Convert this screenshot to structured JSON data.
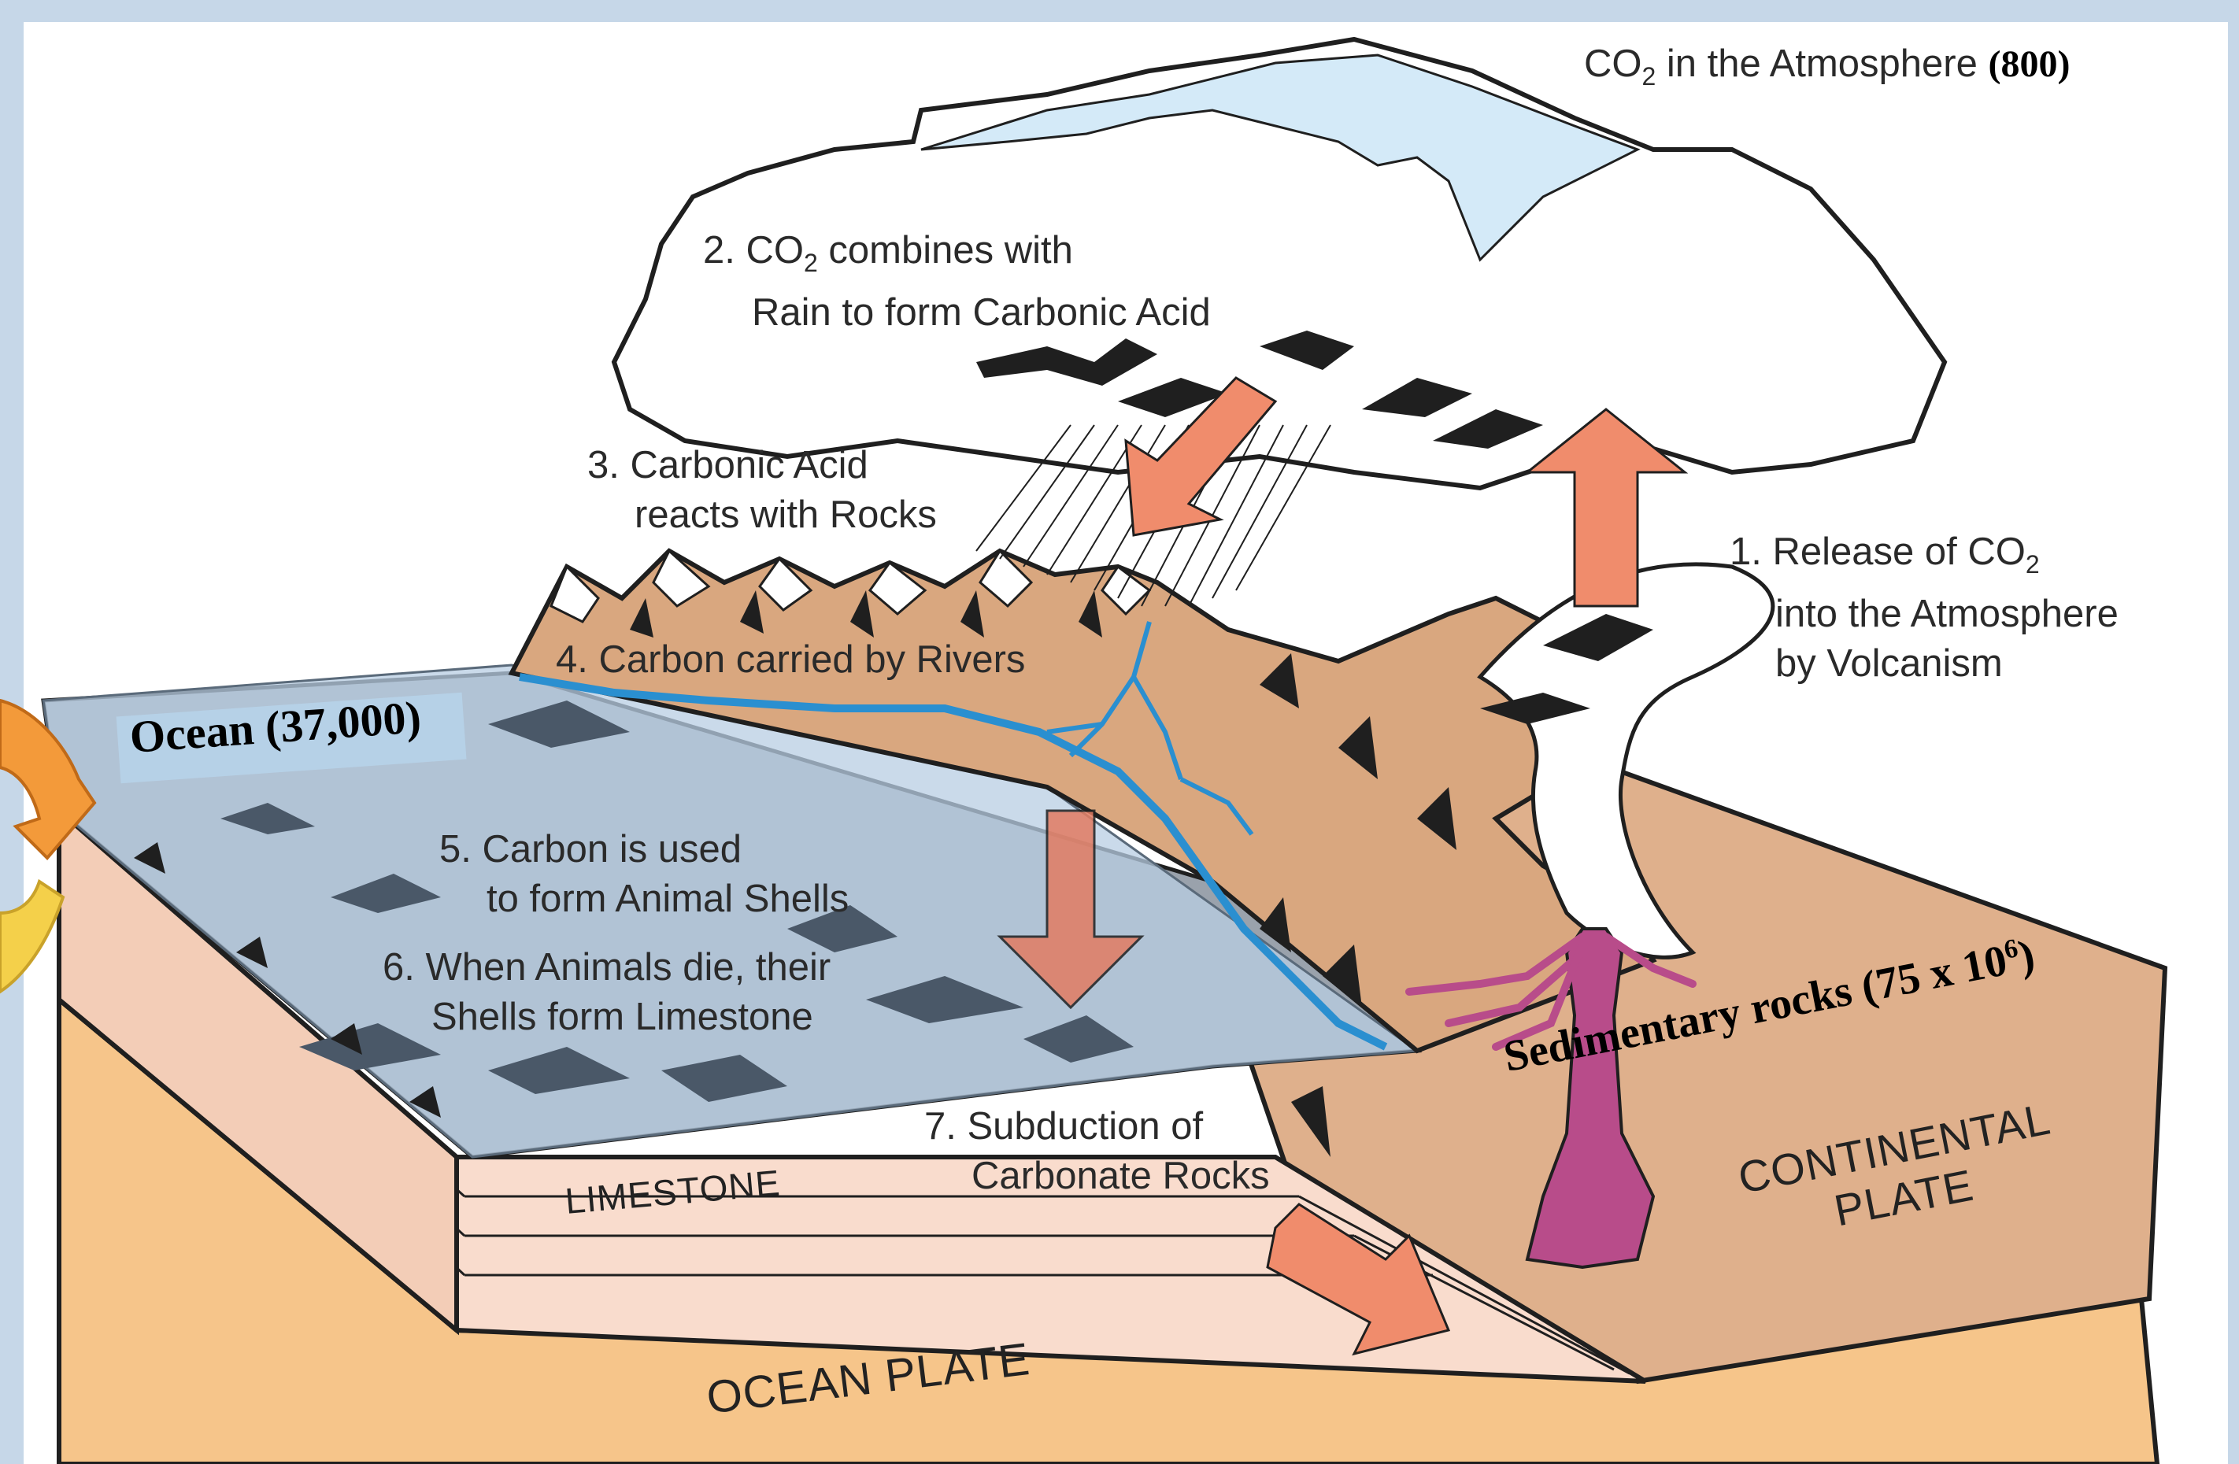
{
  "atmosphere": {
    "label_prefix": "CO",
    "label_sub": "2",
    "label_suffix": " in the Atmosphere",
    "amount": "(800)"
  },
  "steps": {
    "step1": {
      "line1_prefix": "1. Release of CO",
      "line1_sub": "2",
      "line2": "into the Atmosphere",
      "line3": "by Volcanism"
    },
    "step2": {
      "line1_prefix": "2. CO",
      "line1_sub": "2",
      "line1_suffix": " combines with",
      "line2": "Rain to form Carbonic Acid"
    },
    "step3": {
      "line1": "3. Carbonic Acid",
      "line2": "reacts with Rocks"
    },
    "step4": {
      "line1": "4. Carbon carried by Rivers"
    },
    "step5": {
      "line1": "5. Carbon is used",
      "line2": "to form Animal Shells"
    },
    "step6": {
      "line1": "6. When Animals die, their",
      "line2": "Shells form Limestone"
    },
    "step7": {
      "line1": "7. Subduction of",
      "line2": "Carbonate Rocks"
    }
  },
  "reservoirs": {
    "ocean": "Ocean (37,000)",
    "sedimentary_prefix": "Sedimentary rocks (75 x 10",
    "sedimentary_sup": "6",
    "sedimentary_suffix": ")"
  },
  "layers": {
    "limestone": "LIMESTONE",
    "continental_line1": "CONTINENTAL",
    "continental_line2": "PLATE",
    "ocean_plate": "OCEAN PLATE"
  },
  "colors": {
    "background": "#c6d7e8",
    "ocean_water": "#b7d3ea",
    "mountain_brown": "#d9a77f",
    "limestone_pink": "#f9dccd",
    "ocean_plate_orange": "#f6c58a",
    "arrow_salmon": "#f08c6c",
    "magma_magenta": "#b84c8a",
    "river_blue": "#2a8fd0",
    "outline": "#1f1f1f"
  }
}
